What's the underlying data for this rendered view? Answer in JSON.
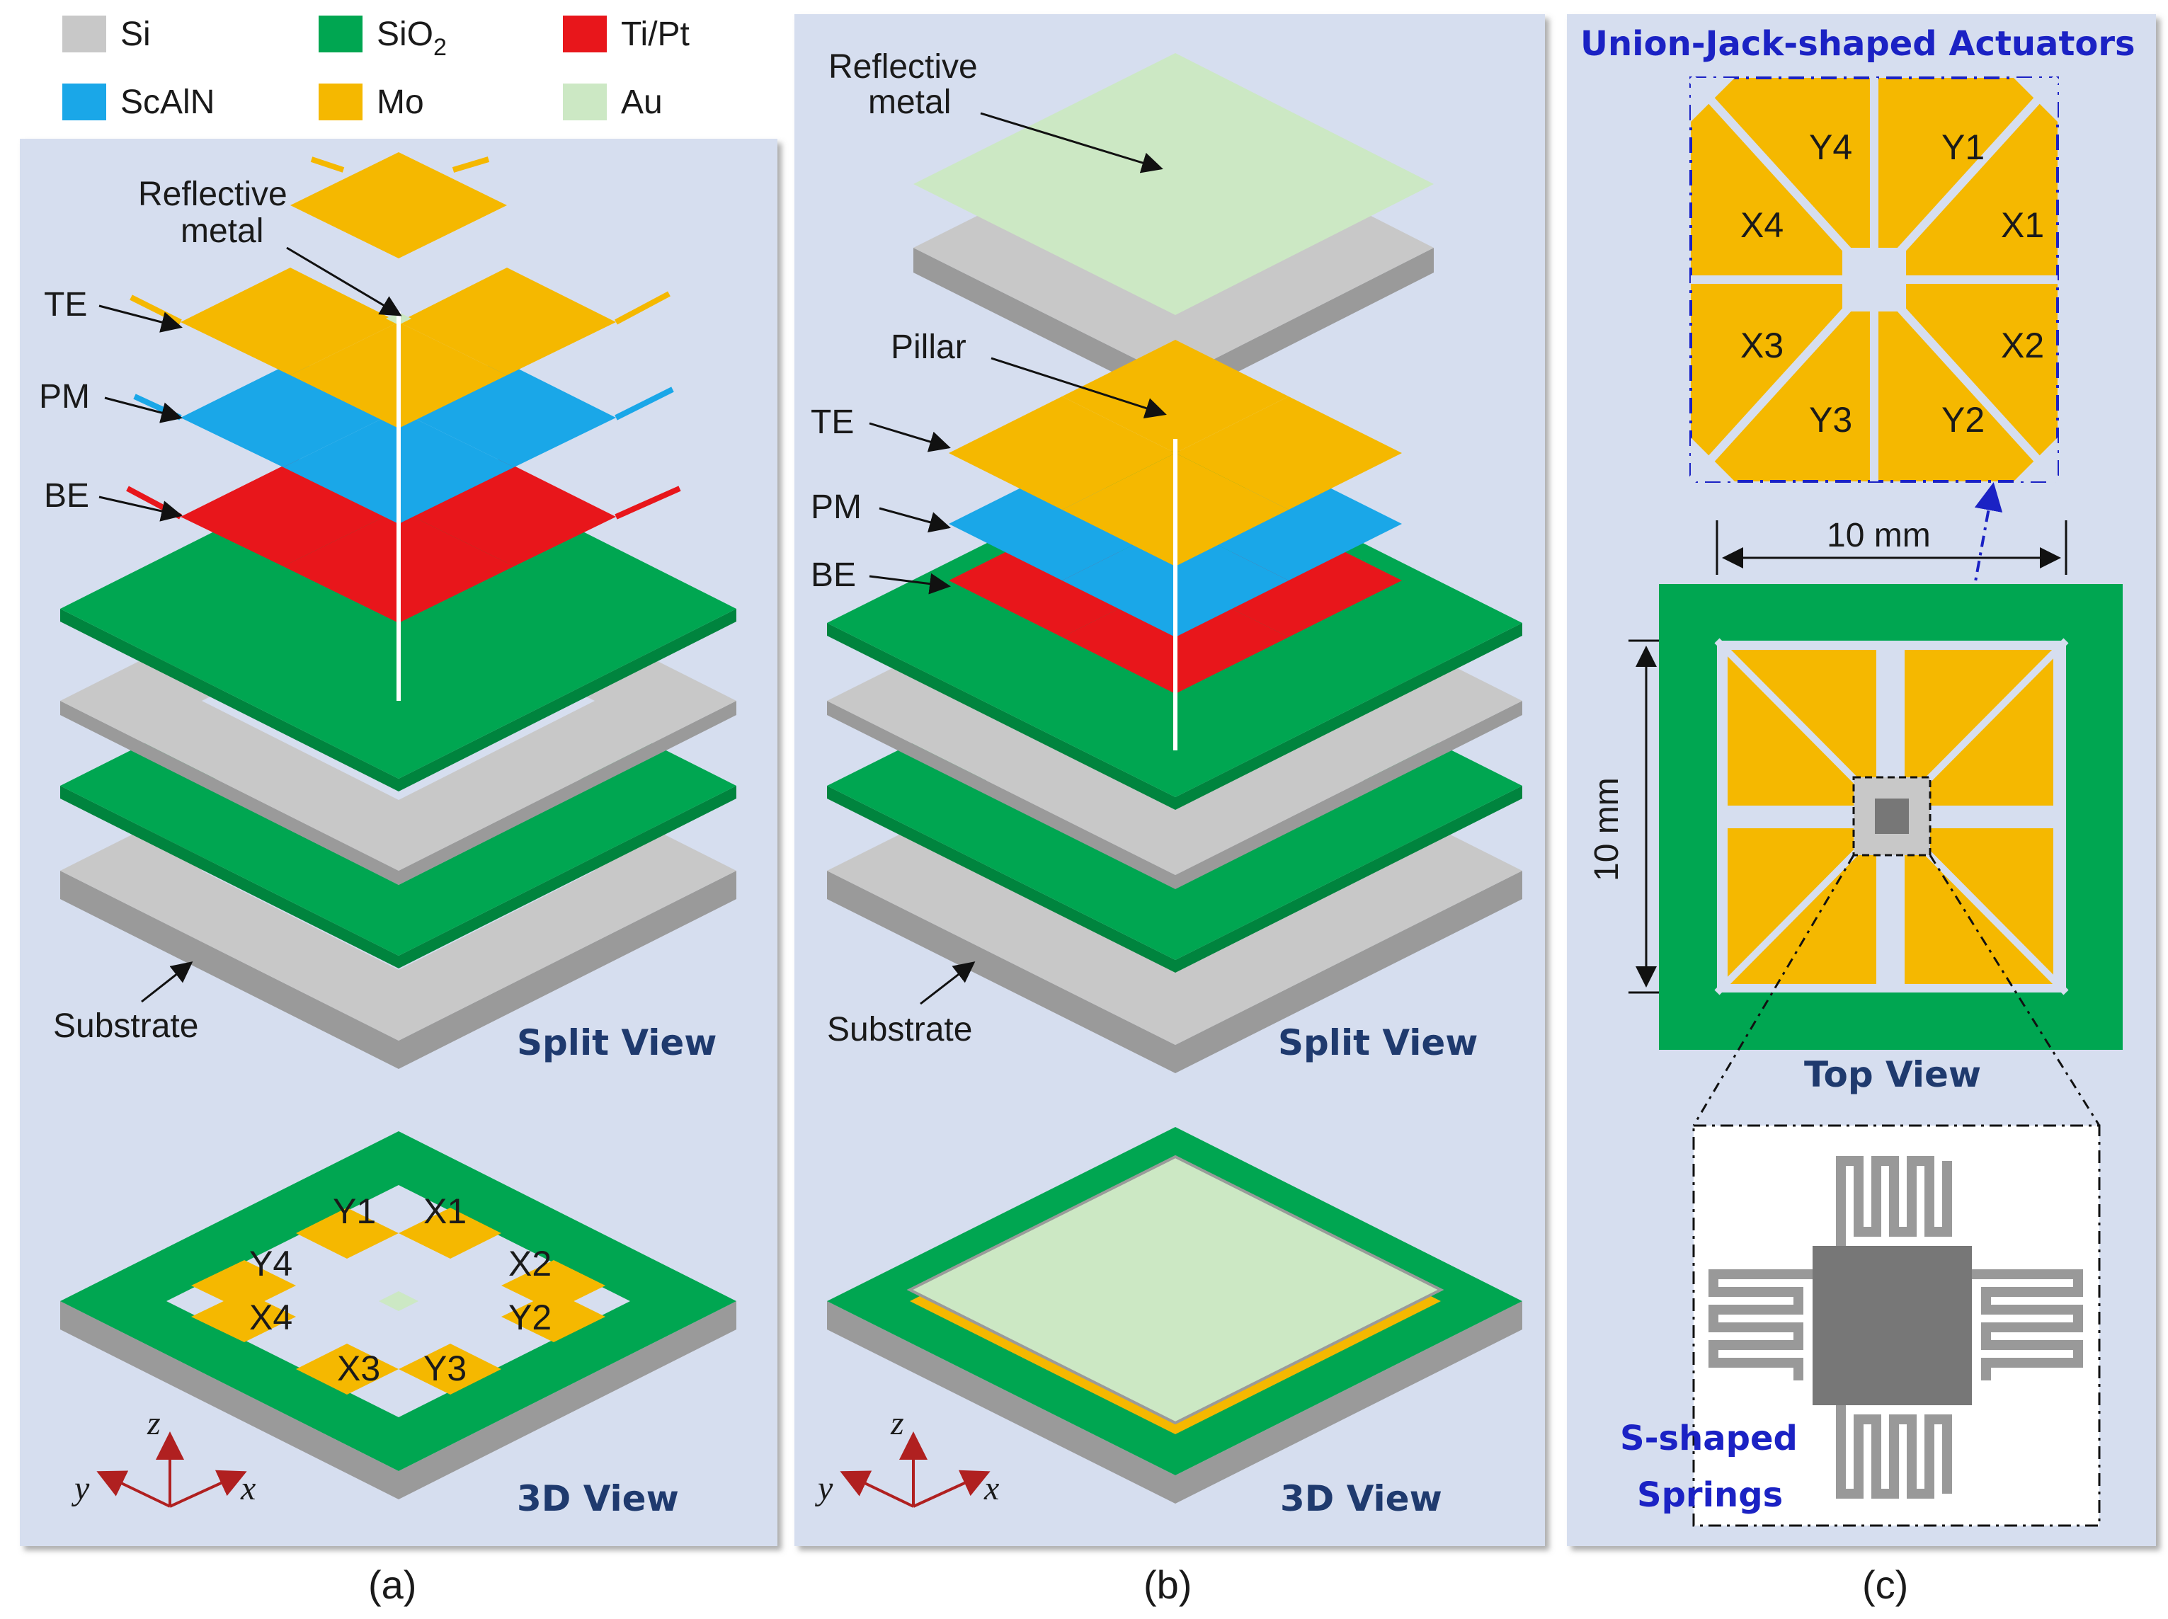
{
  "legend": {
    "items": [
      {
        "label": "Si",
        "color": "#c8c8c8"
      },
      {
        "label": "SiO",
        "sub": "2",
        "color": "#00a651"
      },
      {
        "label": "Ti/Pt",
        "color": "#e8161b"
      },
      {
        "label": "ScAlN",
        "color": "#1aa7e8"
      },
      {
        "label": "Mo",
        "color": "#f5b800"
      },
      {
        "label": "Au",
        "color": "#cce8c4"
      }
    ]
  },
  "colors": {
    "panel_bg": "#d6deef",
    "si": "#c8c8c8",
    "sio2": "#00a651",
    "tipt": "#e8161b",
    "scaln": "#1aa7e8",
    "mo": "#f5b800",
    "au": "#cce8c4",
    "title_navy": "#1f3a6e",
    "title_blue": "#1b22c4",
    "axis_red": "#b02020"
  },
  "panel_a": {
    "callouts": {
      "reflective_line1": "Reflective",
      "reflective_line2": "metal",
      "te": "TE",
      "pm": "PM",
      "be": "BE",
      "substrate": "Substrate"
    },
    "split_view_title": "Split View",
    "view3d_title": "3D View",
    "actuators": [
      "Y1",
      "X1",
      "Y4",
      "X2",
      "X4",
      "Y2",
      "X3",
      "Y3"
    ],
    "axes": {
      "z": "z",
      "y": "y",
      "x": "x"
    },
    "caption": "(a)"
  },
  "panel_b": {
    "callouts": {
      "reflective_line1": "Reflective",
      "reflective_line2": "metal",
      "pillar": "Pillar",
      "te": "TE",
      "pm": "PM",
      "be": "BE",
      "substrate": "Substrate"
    },
    "split_view_title": "Split View",
    "view3d_title": "3D View",
    "axes": {
      "z": "z",
      "y": "y",
      "x": "x"
    },
    "caption": "(b)"
  },
  "panel_c": {
    "inset_title": "Union-Jack-shaped Actuators",
    "actuators": [
      "Y4",
      "Y1",
      "X4",
      "X1",
      "X3",
      "X2",
      "Y3",
      "Y2"
    ],
    "dim_horizontal": "10 mm",
    "dim_vertical": "10 mm",
    "top_view_title": "Top View",
    "springs_line1": "S-shaped",
    "springs_line2": "Springs",
    "caption": "(c)"
  }
}
